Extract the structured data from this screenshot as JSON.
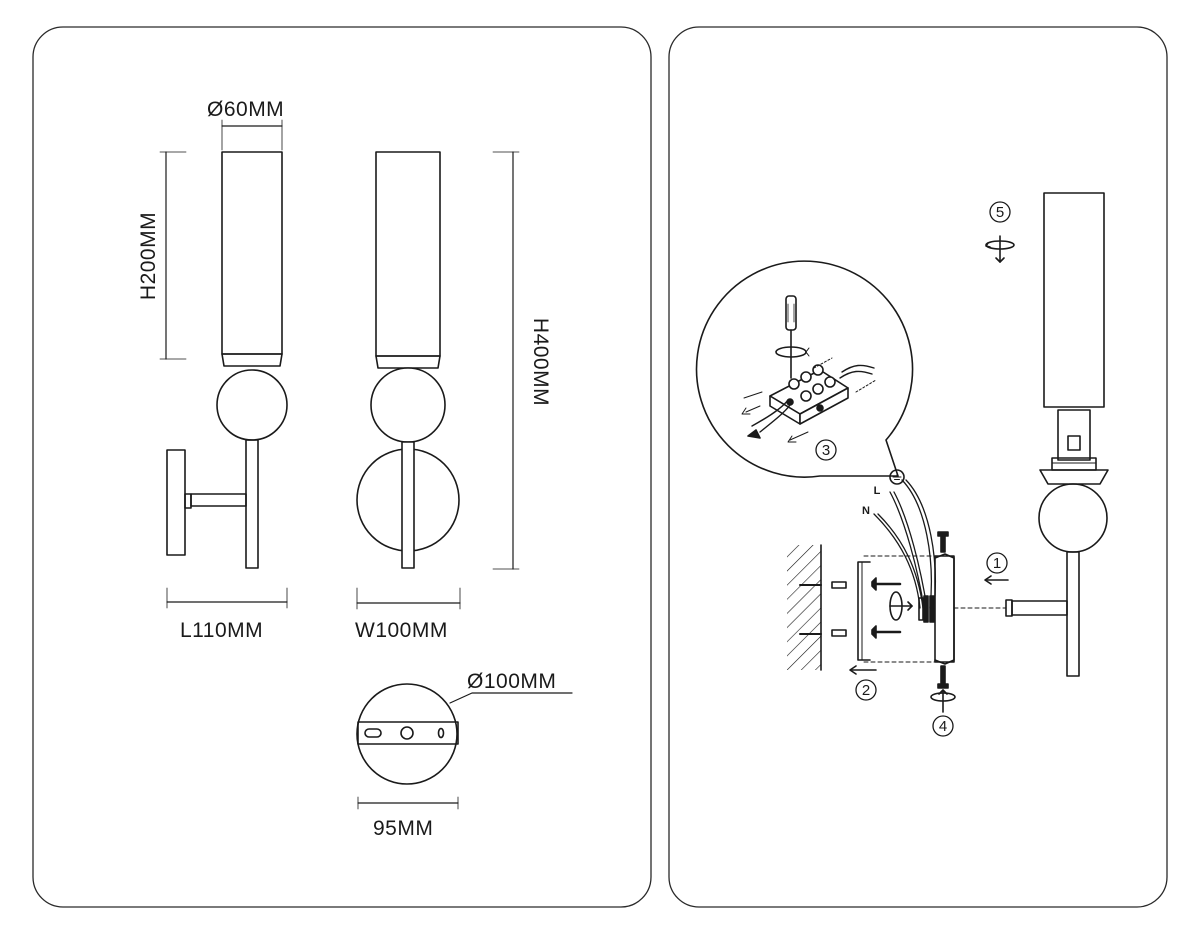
{
  "dimensions": {
    "tube_diameter": "Ø60MM",
    "shade_height": "H200MM",
    "total_height": "H400MM",
    "length": "L110MM",
    "width": "W100MM",
    "base_diameter": "Ø100MM",
    "plate_width": "95MM"
  },
  "steps": {
    "step1": "1",
    "step2": "2",
    "step3": "3",
    "step4": "4",
    "step5": "5"
  },
  "wires": {
    "live": "L",
    "neutral": "N"
  },
  "colors": {
    "line": "#1a1a1a",
    "panel_border": "#2a2a2a",
    "background": "#ffffff"
  }
}
